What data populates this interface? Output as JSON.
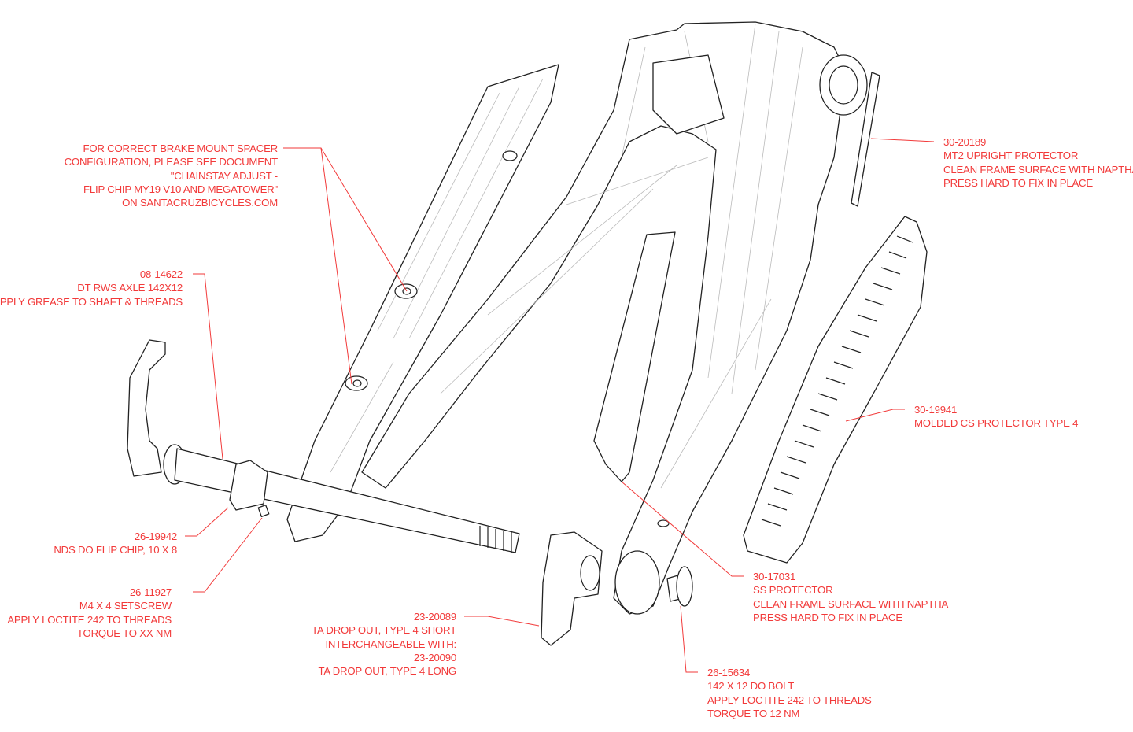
{
  "colors": {
    "callout": "#f23a3a",
    "line": "#222222"
  },
  "callouts": {
    "brake_note": {
      "lines": [
        "FOR CORRECT BRAKE MOUNT SPACER",
        "CONFIGURATION, PLEASE SEE DOCUMENT",
        "\"CHAINSTAY ADJUST -",
        "FLIP CHIP MY19 V10 AND MEGATOWER\"",
        "ON SANTACRUZBICYCLES.COM"
      ]
    },
    "axle": {
      "part_no": "08-14622",
      "lines": [
        "DT RWS AXLE 142X12",
        "APPLY GREASE TO SHAFT & THREADS"
      ]
    },
    "flip_chip": {
      "part_no": "26-19942",
      "lines": [
        "NDS DO FLIP CHIP, 10 X 8"
      ]
    },
    "setscrew": {
      "part_no": "26-11927",
      "lines": [
        "M4 X 4 SETSCREW",
        "APPLY LOCTITE 242 TO THREADS",
        "TORQUE TO XX NM"
      ]
    },
    "dropout": {
      "part_no": "23-20089",
      "lines": [
        "TA DROP OUT, TYPE 4 SHORT",
        "INTERCHANGEABLE WITH:",
        "23-20090",
        "TA DROP OUT, TYPE 4 LONG"
      ]
    },
    "ss_protector": {
      "part_no": "30-17031",
      "lines": [
        "SS PROTECTOR",
        "CLEAN FRAME SURFACE WITH NAPTHA",
        "PRESS HARD TO FIX IN PLACE"
      ]
    },
    "do_bolt": {
      "part_no": "26-15634",
      "lines": [
        "142 X 12 DO BOLT",
        "APPLY LOCTITE 242 TO THREADS",
        "TORQUE TO 12 NM"
      ]
    },
    "cs_protector": {
      "part_no": "30-19941",
      "lines": [
        "MOLDED CS PROTECTOR TYPE 4"
      ]
    },
    "upright_protector": {
      "part_no": "30-20189",
      "lines": [
        "MT2 UPRIGHT PROTECTOR",
        "CLEAN FRAME SURFACE WITH NAPTHA",
        "PRESS HARD TO FIX IN PLACE"
      ]
    }
  }
}
